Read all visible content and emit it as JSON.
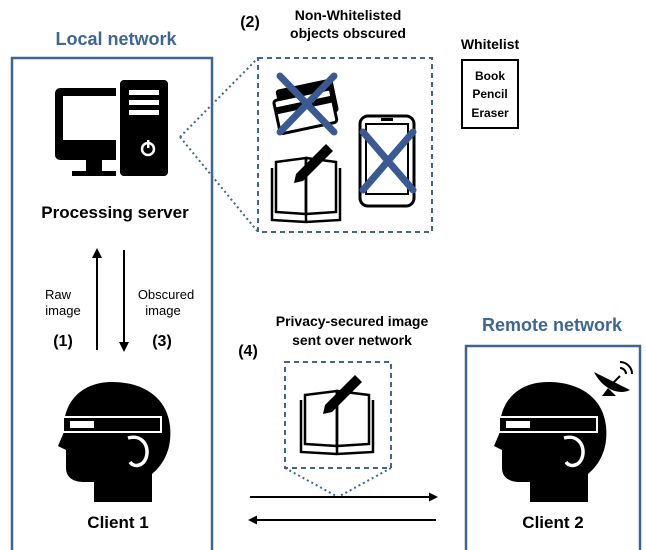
{
  "local_network": {
    "title": "Local network",
    "server_label": "Processing server",
    "client_label": "Client 1",
    "raw_image": {
      "line1": "Raw",
      "line2": "image",
      "step": "(1)"
    },
    "obscured_image": {
      "line1": "Obscured",
      "line2": "image",
      "step": "(3)"
    }
  },
  "obscure_step": {
    "step": "(2)",
    "line1": "Non-Whitelisted",
    "line2": "objects obscured"
  },
  "whitelist": {
    "title": "Whitelist",
    "items": [
      "Book",
      "Pencil",
      "Eraser"
    ]
  },
  "transfer_step": {
    "step": "(4)",
    "line1": "Privacy-secured image",
    "line2": "sent over network"
  },
  "remote_network": {
    "title": "Remote network",
    "client_label": "Client 2"
  },
  "colors": {
    "network_border": "#3d6694",
    "title_blue": "#3d6694",
    "cross": "#3a5a94",
    "dashed": "#3d6694"
  }
}
